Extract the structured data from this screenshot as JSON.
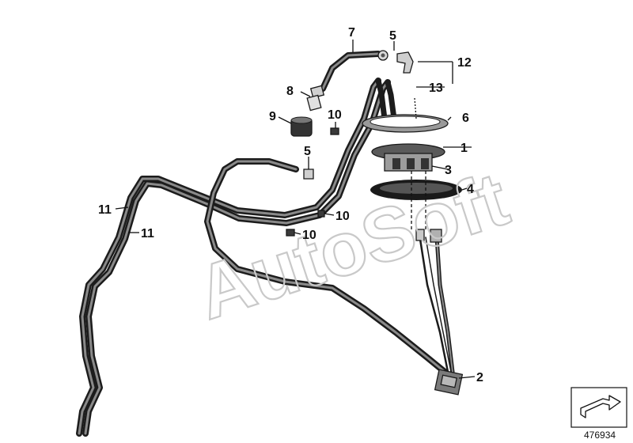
{
  "diagram": {
    "watermark": "AutoSoft",
    "reference_number": "476934",
    "callouts": [
      {
        "id": "c1",
        "text": "1"
      },
      {
        "id": "c2",
        "text": "2"
      },
      {
        "id": "c3",
        "text": "3"
      },
      {
        "id": "c4",
        "text": "4"
      },
      {
        "id": "c5a",
        "text": "5"
      },
      {
        "id": "c5b",
        "text": "5"
      },
      {
        "id": "c6",
        "text": "6"
      },
      {
        "id": "c7",
        "text": "7"
      },
      {
        "id": "c8",
        "text": "8"
      },
      {
        "id": "c9",
        "text": "9"
      },
      {
        "id": "c10a",
        "text": "10"
      },
      {
        "id": "c10b",
        "text": "10"
      },
      {
        "id": "c10c",
        "text": "10"
      },
      {
        "id": "c11a",
        "text": "11"
      },
      {
        "id": "c11b",
        "text": "11"
      },
      {
        "id": "c12",
        "text": "12"
      },
      {
        "id": "c13",
        "text": "13"
      }
    ]
  }
}
